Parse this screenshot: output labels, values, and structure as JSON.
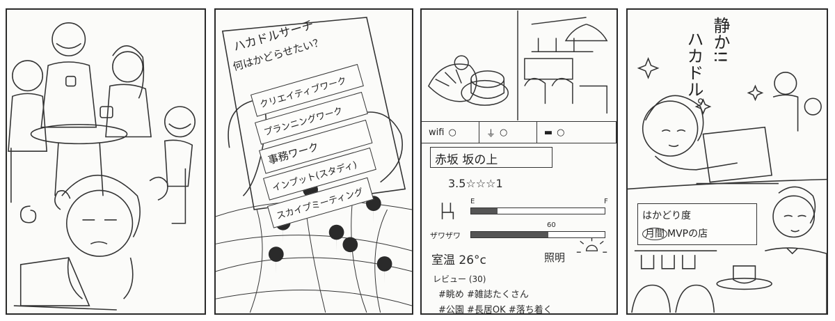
{
  "panel2": {
    "app_title": "ハカドルサーチ",
    "question": "何はかどらせたい？",
    "options": [
      "クリエイティブワーク",
      "プランニングワーク",
      "事務ワーク",
      "インプット(スタディ)",
      "スカイプミーティング"
    ]
  },
  "panel3": {
    "amenities": [
      {
        "label": "wifi",
        "value": "○"
      },
      {
        "label": "",
        "value": "○"
      },
      {
        "label": "",
        "value": "○"
      }
    ],
    "place_name": "赤坂 坂の上",
    "rating": "3.5☆☆☆1",
    "seat_bar": {
      "min_label": "E",
      "max_label": "F",
      "fill": 0.2
    },
    "noise_label": "ザワザワ",
    "noise_bar": {
      "value_label": "60",
      "fill": 0.58
    },
    "temperature": "室温 26°c",
    "lighting_label": "照明",
    "review_count": "レビュー (30)",
    "tags_line1": "#眺め #雑誌たくさん",
    "tags_line2": "#公園 #長居OK #落ち着く"
  },
  "panel4": {
    "exclamation_1": "静か!!",
    "exclamation_2": "ハカドル。",
    "sign_line1": "はかどり度",
    "sign_circled": "月間",
    "sign_line2_rest": "MVPの店"
  }
}
